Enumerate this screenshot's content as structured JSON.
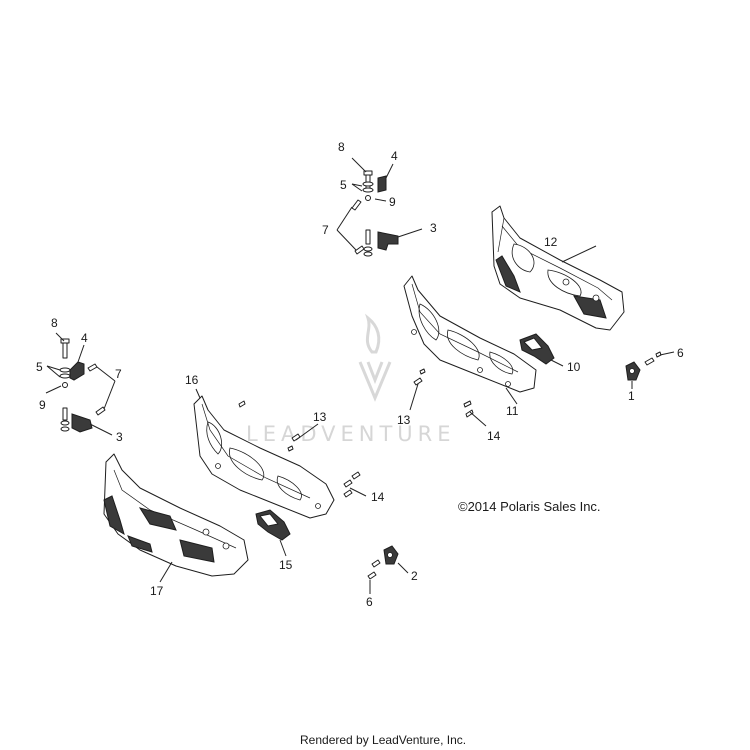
{
  "callouts": {
    "c1": "1",
    "c2": "2",
    "c3a": "3",
    "c3b": "3",
    "c4a": "4",
    "c4b": "4",
    "c5a": "5",
    "c5b": "5",
    "c6a": "6",
    "c6b": "6",
    "c7a": "7",
    "c7b": "7",
    "c8a": "8",
    "c8b": "8",
    "c9a": "9",
    "c9b": "9",
    "c10": "10",
    "c11": "11",
    "c12": "12",
    "c13a": "13",
    "c13b": "13",
    "c14a": "14",
    "c14b": "14",
    "c15": "15",
    "c16": "16",
    "c17": "17"
  },
  "copyright": "©2014 Polaris Sales Inc.",
  "watermark": "LEADVENTURE",
  "footer": "Rendered by LeadVenture, Inc.",
  "colors": {
    "line": "#1e1e1e",
    "fill_dark": "#3a3a3a",
    "watermark": "#d6d6d6",
    "background": "#ffffff"
  }
}
